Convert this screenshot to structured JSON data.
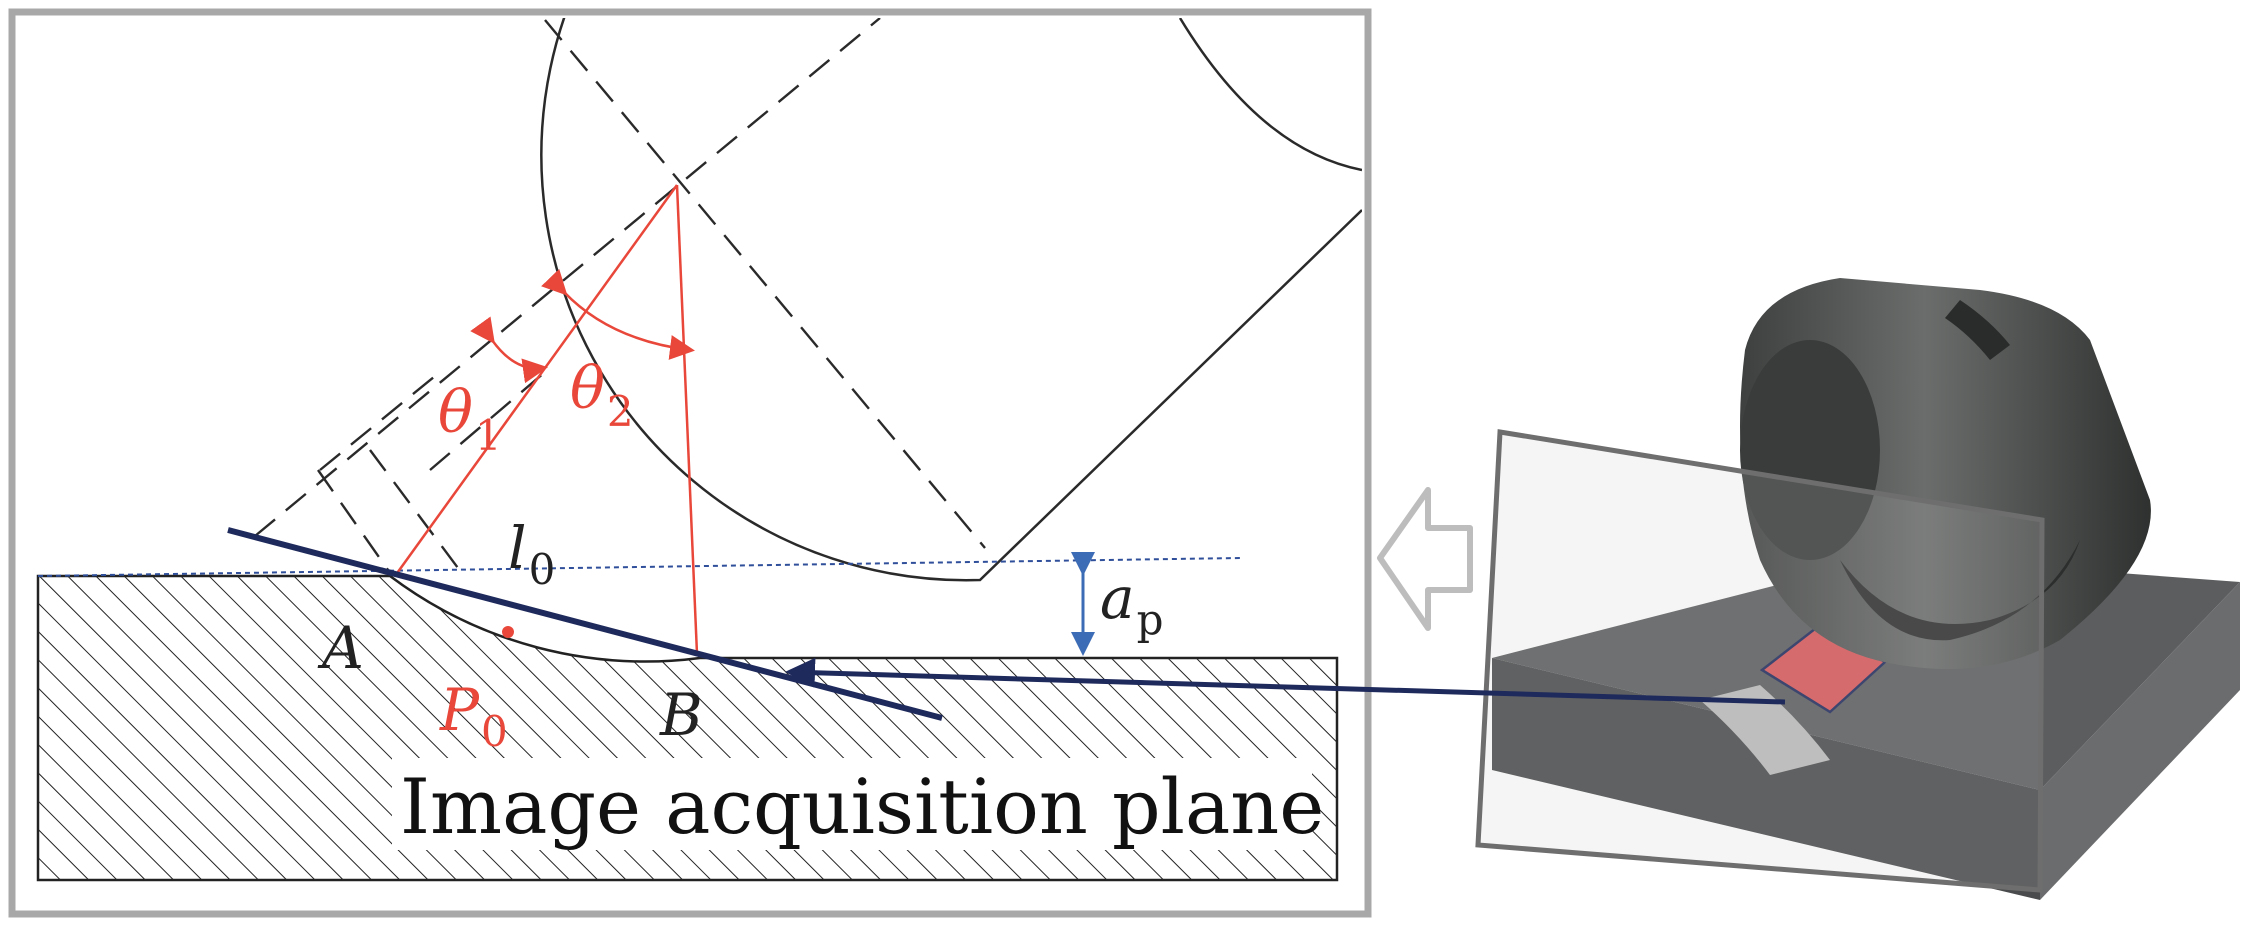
{
  "labels": {
    "theta": "θ",
    "theta1_sub": "1",
    "theta2_sub": "2",
    "l": "l",
    "l0_sub": "0",
    "a": "a",
    "ap_sub": "p",
    "A": "A",
    "B": "B",
    "P": "P",
    "P0_sub": "0"
  },
  "caption": "Image acquisition plane",
  "colors": {
    "frame": "#a8a8a8",
    "red": "#e8473a",
    "navy": "#1f2a5c",
    "blue": "#3b6cb5",
    "dashed_blue": "#2f4f9a",
    "ink": "#222222",
    "tool": "#4a4c4b",
    "block": "#5c5d5e",
    "cut_face": "#d9575a",
    "arrow_outline": "#bdbdbd"
  },
  "icons": {
    "view_arrow": "hollow-left-arrow-icon"
  }
}
